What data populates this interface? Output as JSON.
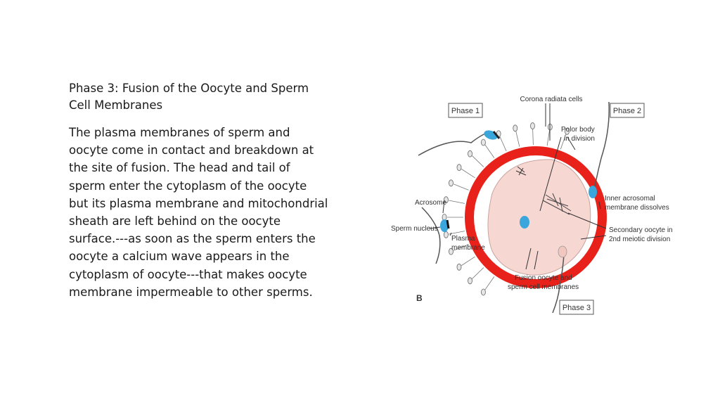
{
  "slide": {
    "heading": [
      "Phase 3: Fusion of the Oocyte and  Sperm",
      "Cell Membranes"
    ],
    "body": [
      "The plasma membranes of sperm and",
      "oocyte come in contact and breakdown at",
      "the site of fusion. The head and tail of",
      "sperm enter the cytoplasm of the oocyte",
      "but its plasma membrane and mitochondrial",
      "sheath are left behind on the oocyte",
      "surface.---as soon as the sperm enters the",
      "oocyte a calcium wave appears in the",
      "cytoplasm of oocyte---that makes oocyte",
      "membrane impermeable to  other sperms."
    ]
  },
  "figure": {
    "panel_letter": "B",
    "phase_1": "Phase 1",
    "phase_2": "Phase 2",
    "phase_3": "Phase 3",
    "labels": {
      "corona": "Corona radiata cells",
      "polar_1": "Polor body",
      "polar_2": "in division",
      "inner_1": "Inner acrosomal",
      "inner_2": "membrane dissolves",
      "acrosome": "Acrosome",
      "sperm_nucleus": "Sperm nucleus",
      "plasma_1": "Plasma",
      "plasma_2": "membrane",
      "secondary_1": "Secondary oocyte in",
      "secondary_2": "2nd meiotic division",
      "fusion_1": "Fusion oocyte and",
      "fusion_2": "sperm cell membranes"
    },
    "colors": {
      "zona": "#e8221a",
      "cytoplasm": "#f7d7d2",
      "sperm_head": "#3aa6dc",
      "line": "#333333"
    }
  }
}
